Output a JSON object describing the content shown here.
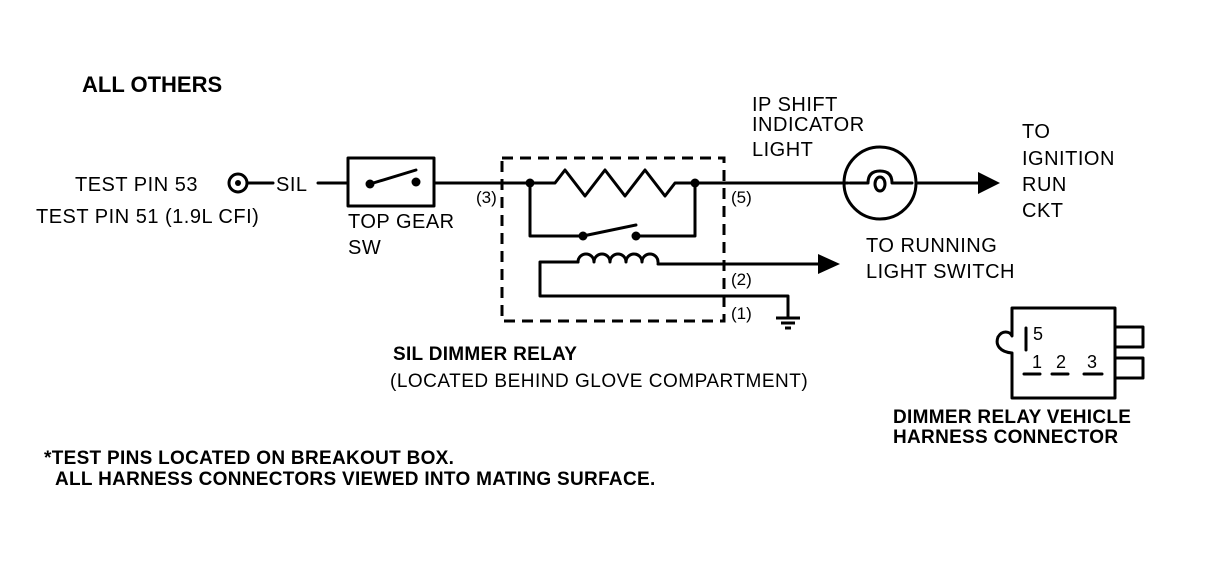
{
  "heading": "ALL OTHERS",
  "test_pins": {
    "pin53": "TEST PIN 53",
    "sil": "SIL",
    "pin51": "TEST PIN 51 (1.9L CFI)"
  },
  "top_gear_switch": {
    "line1": "TOP GEAR",
    "line2": "SW"
  },
  "relay_pins": {
    "p3": "(3)",
    "p5": "(5)",
    "p2": "(2)",
    "p1": "(1)"
  },
  "indicator": {
    "line1": "IP SHIFT",
    "line2": "INDICATOR",
    "line3": "LIGHT"
  },
  "ignition": {
    "line1": "TO",
    "line2": "IGNITION",
    "line3": "RUN",
    "line4": "CKT"
  },
  "running_light": {
    "line1": "TO RUNNING",
    "line2": "LIGHT SWITCH"
  },
  "relay_label": {
    "title": "SIL DIMMER RELAY",
    "location": "(LOCATED BEHIND GLOVE COMPARTMENT)"
  },
  "connector": {
    "pin_top": "5",
    "pins_bottom": [
      "1",
      "2",
      "3"
    ],
    "title_line1": "DIMMER RELAY VEHICLE",
    "title_line2": "HARNESS CONNECTOR"
  },
  "footnote": {
    "line1": "*TEST PINS LOCATED ON BREAKOUT BOX.",
    "line2": "ALL HARNESS CONNECTORS VIEWED INTO MATING SURFACE."
  }
}
